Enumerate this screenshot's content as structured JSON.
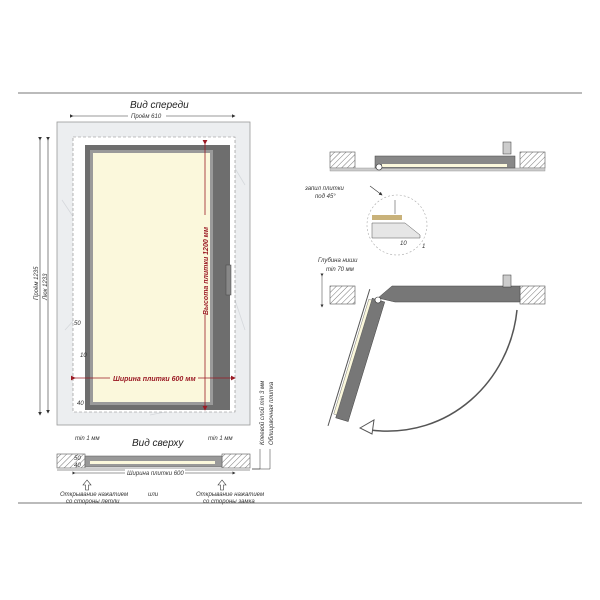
{
  "front_view": {
    "title": "Вид спереди",
    "opening_width": "Проём 610",
    "opening_height": "Проём 1235",
    "hatch_height": "Люк 1233",
    "tile_height": "Высота плитки 1200 мм",
    "tile_width": "Ширина плитки 600 мм",
    "dim_50": "50",
    "dim_10": "10",
    "dim_40": "40",
    "gap_left": "min 1 мм",
    "gap_right": "min 1 мм"
  },
  "top_view": {
    "title": "Вид сверху",
    "dim_50": "50",
    "dim_40": "40",
    "tile_width": "Ширина плитки 600",
    "adhesive": "Клеевой слой min 3 мм",
    "facing_tile": "Облицовочная плитка",
    "open_hinge_1": "Открывание нажатием",
    "open_hinge_2": "со стороны петли",
    "or": "или",
    "open_lock_1": "Открывание нажатием",
    "open_lock_2": "со стороны замка"
  },
  "section": {
    "bevel_1": "запил плитки",
    "bevel_2": "под 45°",
    "detail_10": "10",
    "detail_1": "1",
    "depth_1": "Глубина ниши",
    "depth_2": "min 70 мм"
  },
  "colors": {
    "red": "#9b1b25",
    "cream": "#fbf8dc",
    "frame": "#6e6e6e",
    "marble": "#eceef0"
  }
}
